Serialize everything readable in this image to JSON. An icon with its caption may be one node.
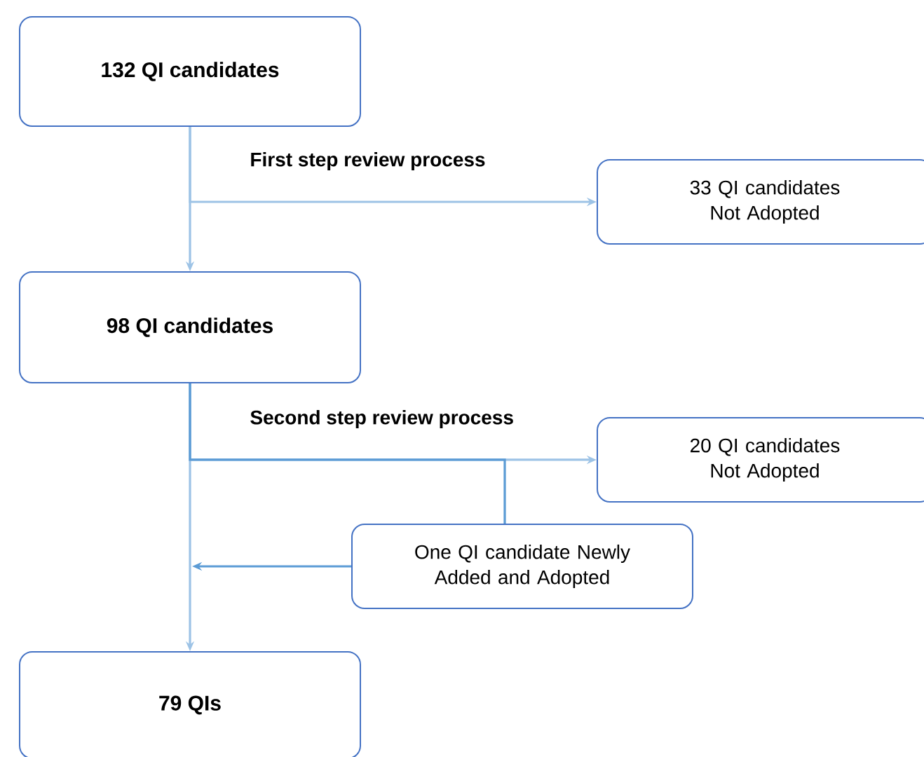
{
  "diagram": {
    "nodes": [
      {
        "text": [
          "132 QI candidates"
        ]
      },
      {
        "text": [
          "33 QI candidates Not Adopted"
        ]
      },
      {
        "text": [
          "98 QI candidates"
        ]
      },
      {
        "text": [
          "20 QI candidates Not Adopted"
        ]
      },
      {
        "text": [
          "One QI candidate Newly Added and Adopted"
        ]
      },
      {
        "text": [
          "79 QIs"
        ]
      }
    ],
    "edges": [
      {
        "from": 0,
        "to": 2,
        "arrow": "to"
      },
      {
        "from": 0,
        "to": 1,
        "arrow": "to"
      },
      {
        "from": 2,
        "to": 5,
        "arrow": "to"
      },
      {
        "from": 2,
        "to": 3,
        "arrow": "to"
      },
      {
        "from": 2,
        "to": 4,
        "arrow": "none",
        "color": "#5b9bd5"
      },
      {
        "from": 4,
        "to": 5,
        "arrow": "to",
        "color": "#5b9bd5"
      }
    ],
    "labels": [
      "First step review process",
      "Second step review process"
    ]
  }
}
